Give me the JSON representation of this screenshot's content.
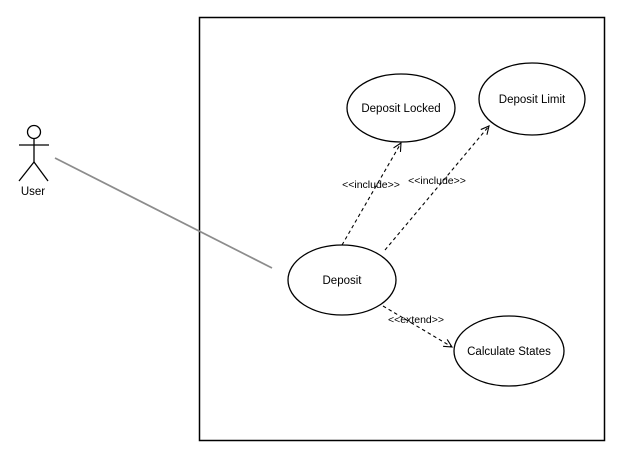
{
  "diagram": {
    "type": "UML use case diagram",
    "colors": {
      "stroke": "#000000",
      "background": "#ffffff",
      "association_line": "#8c8c8c"
    },
    "actor": {
      "label": "User"
    },
    "use_cases": [
      {
        "label": "Deposit Locked"
      },
      {
        "label": "Deposit Limit"
      },
      {
        "label": "Deposit"
      },
      {
        "label": "Calculate States"
      }
    ],
    "connectors": [
      {
        "from": "User",
        "to": "Deposit",
        "type": "association",
        "style": "solid",
        "label": ""
      },
      {
        "from": "Deposit",
        "to": "Deposit Locked",
        "type": "include",
        "style": "dashed-open-arrow",
        "label": "<<include>>"
      },
      {
        "from": "Deposit",
        "to": "Deposit Limit",
        "type": "include",
        "style": "dashed-open-arrow",
        "label": "<<include>>"
      },
      {
        "from": "Deposit",
        "to": "Calculate States",
        "type": "extend",
        "style": "dashed-open-arrow",
        "label": "<<extend>>"
      }
    ]
  }
}
